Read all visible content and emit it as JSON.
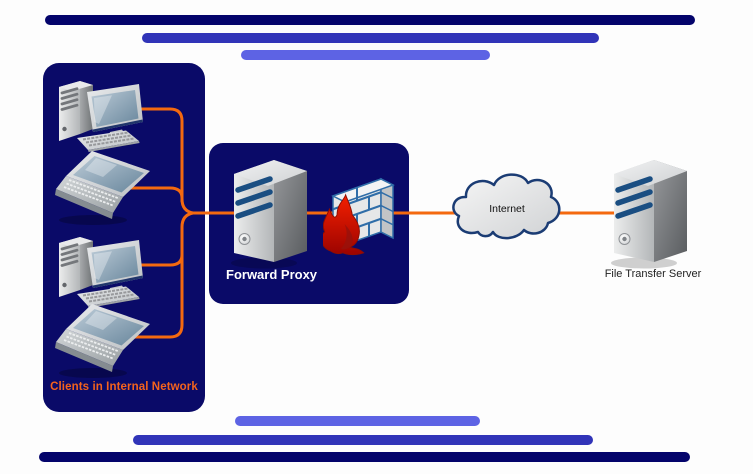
{
  "diagram": {
    "type": "network-topology",
    "labels": {
      "clients": "Clients in Internal Network",
      "proxy": "Forward Proxy",
      "internet": "Internet",
      "file_server": "File Transfer Server"
    },
    "nodes": [
      {
        "id": "clients",
        "label": "Clients in Internal Network",
        "devices": [
          "desktop-pc",
          "laptop",
          "desktop-pc",
          "laptop"
        ]
      },
      {
        "id": "forward-proxy",
        "label": "Forward Proxy",
        "devices": [
          "proxy-server-tower",
          "firewall"
        ]
      },
      {
        "id": "internet",
        "label": "Internet",
        "devices": [
          "cloud"
        ]
      },
      {
        "id": "file-server",
        "label": "File Transfer Server",
        "devices": [
          "server-tower"
        ]
      }
    ],
    "connections": [
      {
        "from": "clients",
        "to": "forward-proxy"
      },
      {
        "from": "forward-proxy",
        "to": "internet"
      },
      {
        "from": "internet",
        "to": "file-server"
      }
    ],
    "colors": {
      "panel_navy": "#0a0a68",
      "bar_navy": "#04046b",
      "bar_blue": "#3134b8",
      "bar_light_blue": "#5d63e4",
      "connector_orange": "#f4690f",
      "clients_label_orange": "#f4631d",
      "proxy_label_white": "#ffffff",
      "cloud_outline_blue": "#1b3c74",
      "firewall_flame_red": "#d41000",
      "server_stripe_blue": "#1a4e82"
    }
  }
}
